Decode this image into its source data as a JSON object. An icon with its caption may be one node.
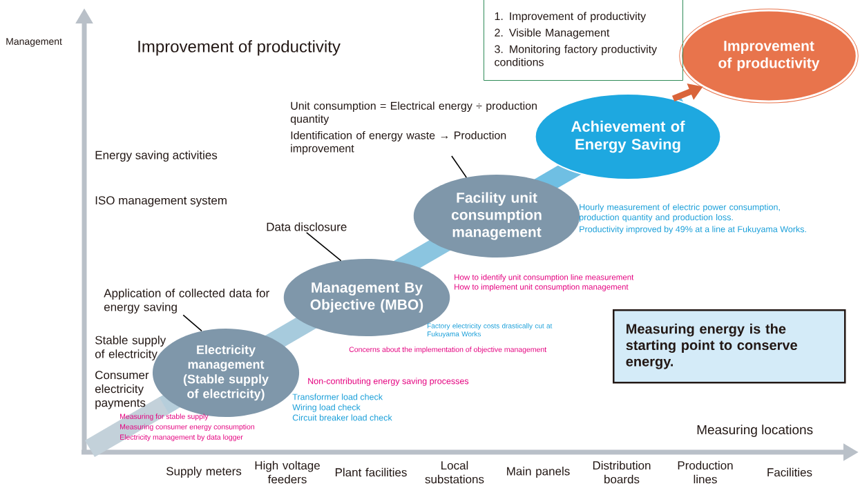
{
  "diagram": {
    "nodes": [
      {
        "text": [
          "Electricity management (Stable supply of electricity)"
        ]
      },
      {
        "text": [
          "Management By Objective (MBO)"
        ]
      },
      {
        "text": [
          "Facility unit consumption management"
        ]
      },
      {
        "text": [
          "Achievement of Energy Saving"
        ]
      },
      {
        "text": [
          "Improvement of productivity"
        ]
      },
      {
        "text": [
          "1. Improvement of productivity",
          "2. Visible Management",
          "3. Monitoring factory productivity conditions"
        ]
      },
      {
        "text": [
          "Measuring energy is the starting point to conserve energy."
        ]
      },
      {
        "text": [
          "Application of collected data for energy saving"
        ]
      },
      {
        "text": [
          "Data disclosure"
        ]
      },
      {
        "text": [
          "Unit consumption = Electrical energy ÷ production quantity",
          "Identification of energy waste → Production improvement"
        ]
      }
    ],
    "edges": [
      {
        "from": 7,
        "to": 0,
        "arrow": "none"
      },
      {
        "from": 8,
        "to": 1,
        "arrow": "none"
      },
      {
        "from": 9,
        "to": 2,
        "arrow": "none"
      },
      {
        "from": 3,
        "to": 4,
        "arrow": "to",
        "style": "thick",
        "color": "#d9643a"
      }
    ],
    "labels": [
      "Management",
      "Improvement of productivity",
      "Energy saving activities",
      "ISO management system",
      "Hourly measurement of electric power consumption, production quantity and production loss.",
      "Productivity improved by 49% at a line at Fukuyama Works.",
      "How to identify unit consumption line measurement",
      "How to implement unit consumption management",
      "Factory electricity costs drastically cut at Fukuyama Works",
      "Stable supply of electricity",
      "Concerns about the implementation of objective management",
      "Consumer electricity payments",
      "Non-contributing energy saving processes",
      "Transformer load check",
      "Wiring load check",
      "Circuit breaker load check",
      "Measuring for stable supply",
      "Measuring consumer energy consumption",
      "Electricity management by data logger",
      "Measuring locations",
      "Supply meters",
      "High voltage feeders",
      "Plant facilities",
      "Local substations",
      "Main panels",
      "Distribution boards",
      "Production lines",
      "Facilities"
    ]
  }
}
